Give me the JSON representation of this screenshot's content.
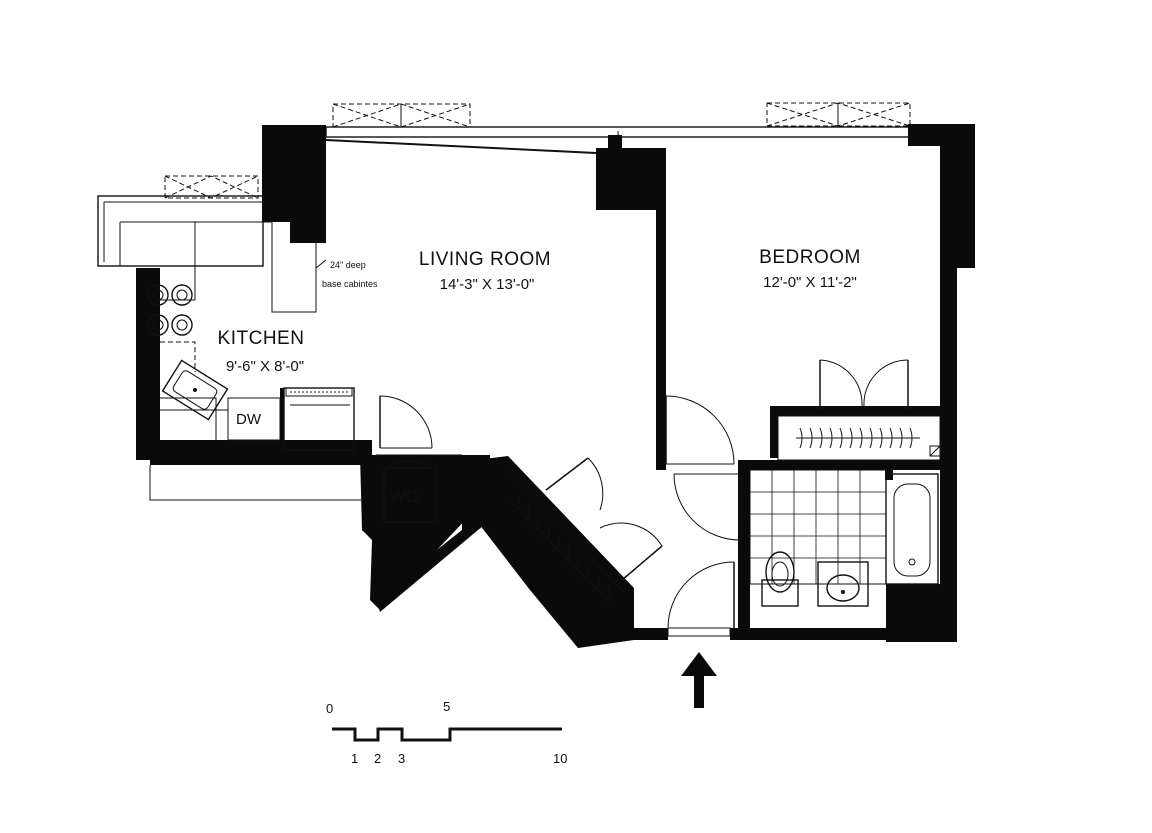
{
  "rooms": {
    "living": {
      "name": "LIVING ROOM",
      "dims": "14'-3\" X 13'-0\""
    },
    "bedroom": {
      "name": "BEDROOM",
      "dims": "12'-0\" X 11'-2\""
    },
    "kitchen": {
      "name": "KITCHEN",
      "dims": "9'-6\" X 8'-0\""
    }
  },
  "notes": {
    "cabinets_line1": "24\" deep",
    "cabinets_line2": "base cabintes"
  },
  "fixtures": {
    "dishwasher": "DW",
    "washer_dryer": "WD"
  },
  "scale": {
    "tick_0": "0",
    "tick_1": "1",
    "tick_2": "2",
    "tick_3": "3",
    "tick_5": "5",
    "tick_10": "10"
  },
  "icons": [
    "entry-arrow-icon",
    "door-swing-icon",
    "sink-icon",
    "toilet-icon",
    "bathtub-icon",
    "cooktop-burner-icon"
  ]
}
